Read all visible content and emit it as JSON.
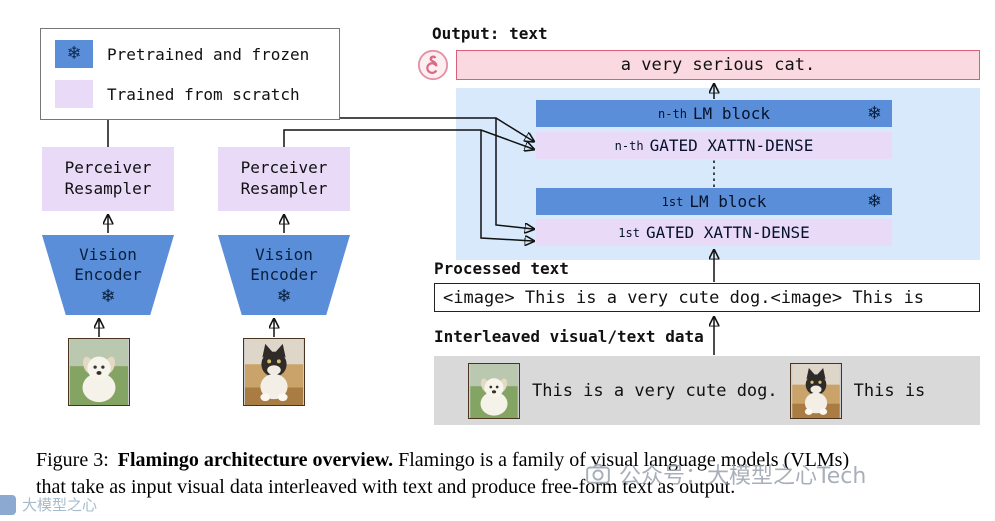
{
  "icons": {
    "snowflake": "❄",
    "flamingo": "flamingo-in-circle",
    "camera": "camera-lens"
  },
  "colors": {
    "frozen_blue": "#5b8ed8",
    "trained_purple": "#e9daf8",
    "panel_blue": "#d8e9fb",
    "output_pink": "#fbd9e0",
    "output_pink_border": "#d95f7b",
    "gray_box": "#d9d9d9"
  },
  "legend": {
    "pretrained_label": "Pretrained and frozen",
    "trained_label": "Trained from scratch"
  },
  "vision_column": {
    "perceiver_line1": "Perceiver",
    "perceiver_line2": "Resampler",
    "vision_line1": "Vision",
    "vision_line2": "Encoder"
  },
  "output": {
    "label": "Output: text",
    "text": "a very serious cat."
  },
  "lm_stack": {
    "nth_prefix": "n-th",
    "first_prefix": "1st",
    "lm_label": "LM block",
    "xattn_label": "GATED XATTN-DENSE"
  },
  "processed": {
    "label": "Processed text",
    "text": "<image> This is a very cute dog.<image> This is"
  },
  "interleaved": {
    "label": "Interleaved visual/text data",
    "text_after_dog": "This is a very cute dog.",
    "text_after_cat": "This is"
  },
  "caption": {
    "figure_label": "Figure 3:",
    "title_bold": "Flamingo architecture overview.",
    "body_line1": " Flamingo is a family of visual language models (VLMs)",
    "body_line2": "that take as input visual data interleaved with text and produce free-form text as output."
  },
  "watermarks": {
    "main": "公众号：大模型之心Tech",
    "corner": "大模型之心"
  }
}
